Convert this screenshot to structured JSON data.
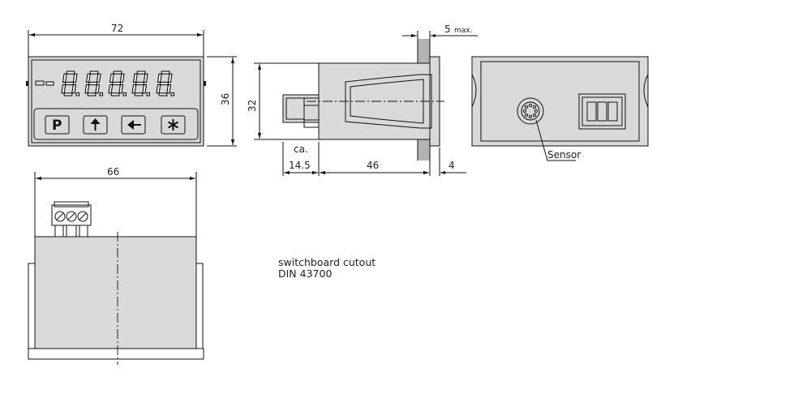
{
  "dimensions": {
    "width_front": "72",
    "height_front": "36",
    "cutout_height": "32",
    "panel_max": "5",
    "panel_max_suffix": "max.",
    "approx": "ca.",
    "connector_depth": "14.5",
    "body_depth": "46",
    "bezel_depth": "4",
    "width_bottom": "66"
  },
  "keys": {
    "p": "P",
    "up": "↑",
    "left": "←",
    "star": "✱"
  },
  "display_digits": "-8.8.8.8.8.",
  "labels": {
    "sensor": "Sensor",
    "cutout_line1": "switchboard cutout",
    "cutout_line2": "DIN 43700"
  },
  "colors": {
    "body": "#d9d9d9",
    "outline": "#111111"
  },
  "icons": [
    "arrow-up-icon",
    "arrow-left-icon",
    "asterisk-icon",
    "sensor-socket-icon",
    "terminal-block-icon"
  ]
}
